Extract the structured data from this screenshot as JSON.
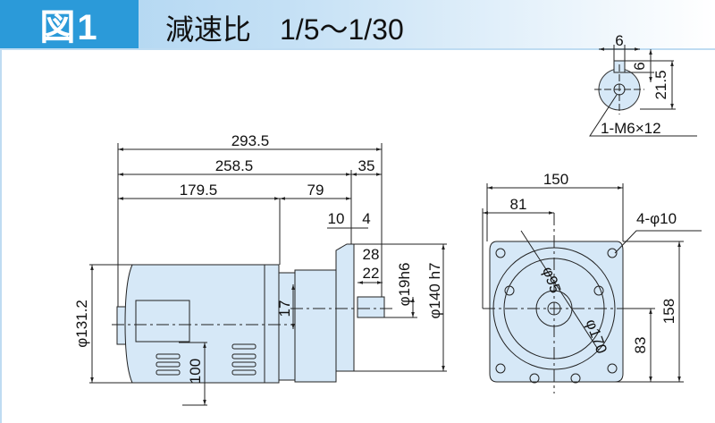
{
  "header": {
    "figure_label": "図1",
    "title": "減速比　1/5～1/30"
  },
  "key_detail": {
    "width": "6",
    "depth": "6",
    "height": "21.5",
    "tap": "1-M6×12"
  },
  "side_view": {
    "overall": "293.5",
    "motor_to_flange": "258.5",
    "shaft_len": "35",
    "motor_len": "179.5",
    "gear_len": "79",
    "flange_thk": "10",
    "spigot": "4",
    "shaft_key_len": "28",
    "key_len": "22",
    "shaft_dia": "φ19h6",
    "spigot_dia": "φ140 h7",
    "motor_dia": "φ131.2",
    "offset": "17",
    "terminal_height": "100"
  },
  "front_view": {
    "width": "150",
    "half_width": "81",
    "holes": "4-φ10",
    "height": "158",
    "center_height": "83",
    "pcd_inner": "φ95",
    "pcd_outer": "φ170"
  },
  "colors": {
    "body_fill": "#d6e8f7",
    "accent": "#2b9ad9",
    "line": "#1a1a1a"
  }
}
